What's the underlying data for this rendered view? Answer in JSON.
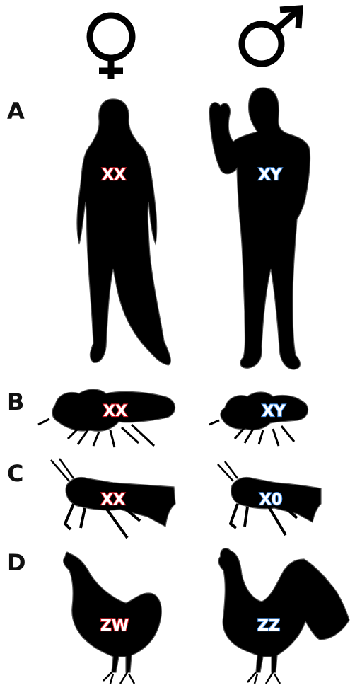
{
  "colors": {
    "female_glow": "#e0202a",
    "male_glow": "#4f9cf5",
    "silhouette": "#000000",
    "background": "#ffffff"
  },
  "header": {
    "female_symbol": "♀",
    "male_symbol": "♂"
  },
  "rows": [
    {
      "label": "A",
      "organism_icon": "human-icon",
      "female": "XX",
      "male": "XY"
    },
    {
      "label": "B",
      "organism_icon": "fruit-fly-icon",
      "female": "XX",
      "male": "XY"
    },
    {
      "label": "C",
      "organism_icon": "grasshopper-icon",
      "female": "XX",
      "male": "X0"
    },
    {
      "label": "D",
      "organism_icon": "chicken-icon",
      "female": "ZW",
      "male": "ZZ"
    }
  ]
}
